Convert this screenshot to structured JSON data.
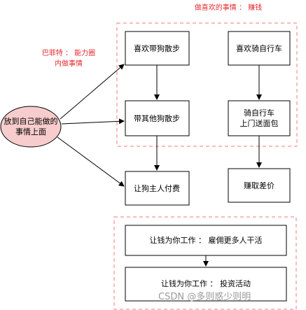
{
  "title_top": "做喜欢的事情 ： 赚钱",
  "buffett_note": {
    "line1": "巴菲特 ： 能力圈",
    "line2": "内做事情"
  },
  "nodes": {
    "center": {
      "line1": "放到自己能做的",
      "line2": "事情上面"
    },
    "walk_dog": "喜欢带狗散步",
    "bike": "喜欢骑自行车",
    "walk_others_dog": "带其他狗散步",
    "bike_bread": {
      "line1": "骑自行车",
      "line2": "上门送面包"
    },
    "owner_pays": "让狗主人付费",
    "earn_diff": "赚取差价",
    "money_hire": "让钱为你工作 ： 雇佣更多人干活",
    "money_invest": "让钱为你工作 ： 投资活动"
  },
  "watermark": "CSDN @多则惑少则明",
  "colors": {
    "dashed_border": "#f07b7e",
    "red_text": "#e5292e",
    "ellipse_fill": "#f7cccc"
  }
}
